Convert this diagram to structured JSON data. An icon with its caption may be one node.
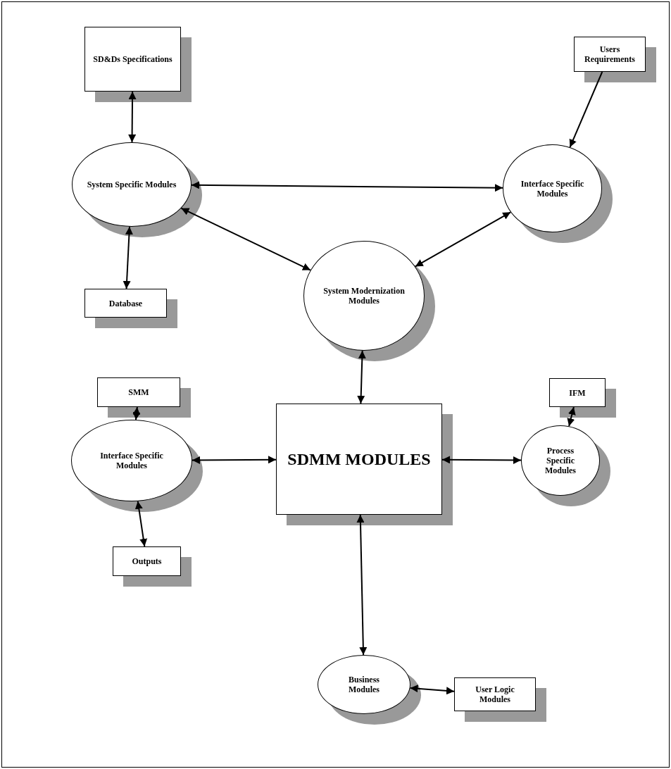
{
  "diagram": {
    "nodes": [
      {
        "text": [
          "SD&Ds Specifications"
        ]
      },
      {
        "text": [
          "Users Requirements"
        ]
      },
      {
        "text": [
          "System Specific Modules"
        ]
      },
      {
        "text": [
          "Interface Specific Modules"
        ]
      },
      {
        "text": [
          "Database"
        ]
      },
      {
        "text": [
          "System Modernization Modules"
        ]
      },
      {
        "text": [
          "SMM"
        ]
      },
      {
        "text": [
          "IFM"
        ]
      },
      {
        "text": [
          "Interface Specific Modules"
        ]
      },
      {
        "text": [
          "SDMM MODULES"
        ]
      },
      {
        "text": [
          "Process Specific Modules"
        ]
      },
      {
        "text": [
          "Outputs"
        ]
      },
      {
        "text": [
          "Business Modules"
        ]
      },
      {
        "text": [
          "User Logic Modules"
        ]
      }
    ],
    "edges": [
      {
        "from": 0,
        "to": 2,
        "arrow": "both"
      },
      {
        "from": 1,
        "to": 3,
        "arrow": "to"
      },
      {
        "from": 2,
        "to": 3,
        "arrow": "both"
      },
      {
        "from": 2,
        "to": 5,
        "arrow": "both"
      },
      {
        "from": 3,
        "to": 5,
        "arrow": "both"
      },
      {
        "from": 2,
        "to": 4,
        "arrow": "both"
      },
      {
        "from": 6,
        "to": 8,
        "arrow": "both"
      },
      {
        "from": 8,
        "to": 9,
        "arrow": "both"
      },
      {
        "from": 8,
        "to": 11,
        "arrow": "both"
      },
      {
        "from": 5,
        "to": 9,
        "arrow": "both"
      },
      {
        "from": 7,
        "to": 10,
        "arrow": "both"
      },
      {
        "from": 9,
        "to": 10,
        "arrow": "both"
      },
      {
        "from": 9,
        "to": 12,
        "arrow": "both"
      },
      {
        "from": 12,
        "to": 13,
        "arrow": "both"
      }
    ]
  }
}
